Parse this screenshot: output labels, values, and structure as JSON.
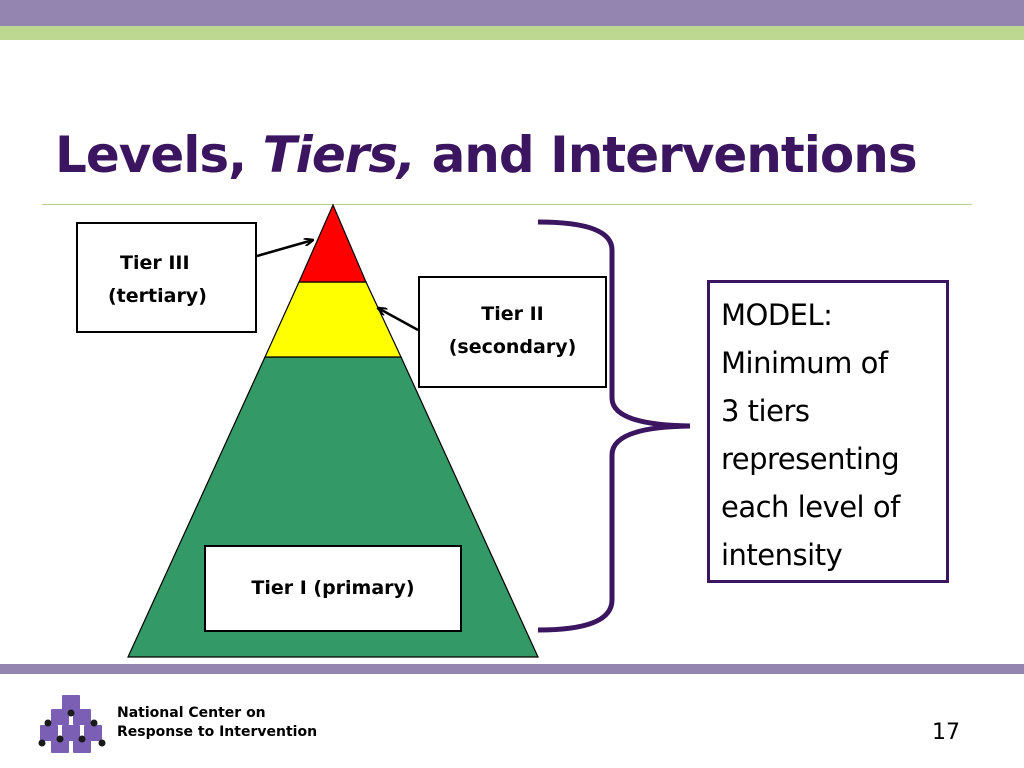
{
  "slide": {
    "title_part1": "Levels, ",
    "title_italic": "Tiers,",
    "title_part2": " and Interventions",
    "page_number": "17"
  },
  "diagram": {
    "tiers": [
      {
        "label": "Tier III",
        "sublabel": "(tertiary)",
        "color": "#ff0000"
      },
      {
        "label": "Tier II",
        "sublabel": "(secondary)",
        "color": "#ffff00"
      },
      {
        "label": "Tier I (primary)",
        "color": "#339966"
      }
    ],
    "model_lines": [
      "MODEL:",
      "Minimum of",
      "3 tiers",
      "representing",
      "each level of",
      "intensity"
    ],
    "bracket_color": "#3b1560"
  },
  "footer": {
    "org_line1": "National Center on",
    "org_line2": "Response to Intervention",
    "logo_color": "#7a5fb5"
  }
}
